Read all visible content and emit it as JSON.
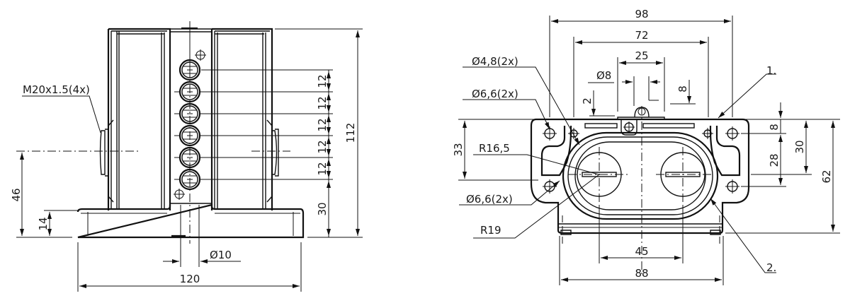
{
  "drawing": {
    "type": "technical-dimension-drawing",
    "views": [
      "side-view",
      "front-view"
    ],
    "line_color": "#111111",
    "background": "#ffffff"
  },
  "side_view": {
    "labels": {
      "thread": "M20x1.5(4x)",
      "diameter_bottom": "Ø10"
    },
    "dimensions": {
      "overall_height": "112",
      "pitch_1": "12",
      "pitch_2": "12",
      "pitch_3": "12",
      "pitch_4": "12",
      "pitch_5": "12",
      "base_to_first_contact": "30",
      "gland_height": "46",
      "base_height": "14",
      "base_width": "120",
      "pin_diameter": "10"
    },
    "contact_count": 6
  },
  "front_view": {
    "labels": {
      "hole_48": "Ø4,8(2x)",
      "hole_66_top": "Ø6,6(2x)",
      "hole_66_bottom": "Ø6,6(2x)",
      "radius_165": "R16,5",
      "radius_19": "R19",
      "pin_diameter": "Ø8",
      "callout_1": "1.",
      "callout_2": "2."
    },
    "dimensions": {
      "width_98": "98",
      "width_72": "72",
      "width_25": "25",
      "offset_2": "2",
      "offset_8_top": "8",
      "left_33": "33",
      "right_8": "8",
      "right_28": "28",
      "right_30": "30",
      "right_62": "62",
      "bottom_45": "45",
      "bottom_88": "88"
    }
  }
}
